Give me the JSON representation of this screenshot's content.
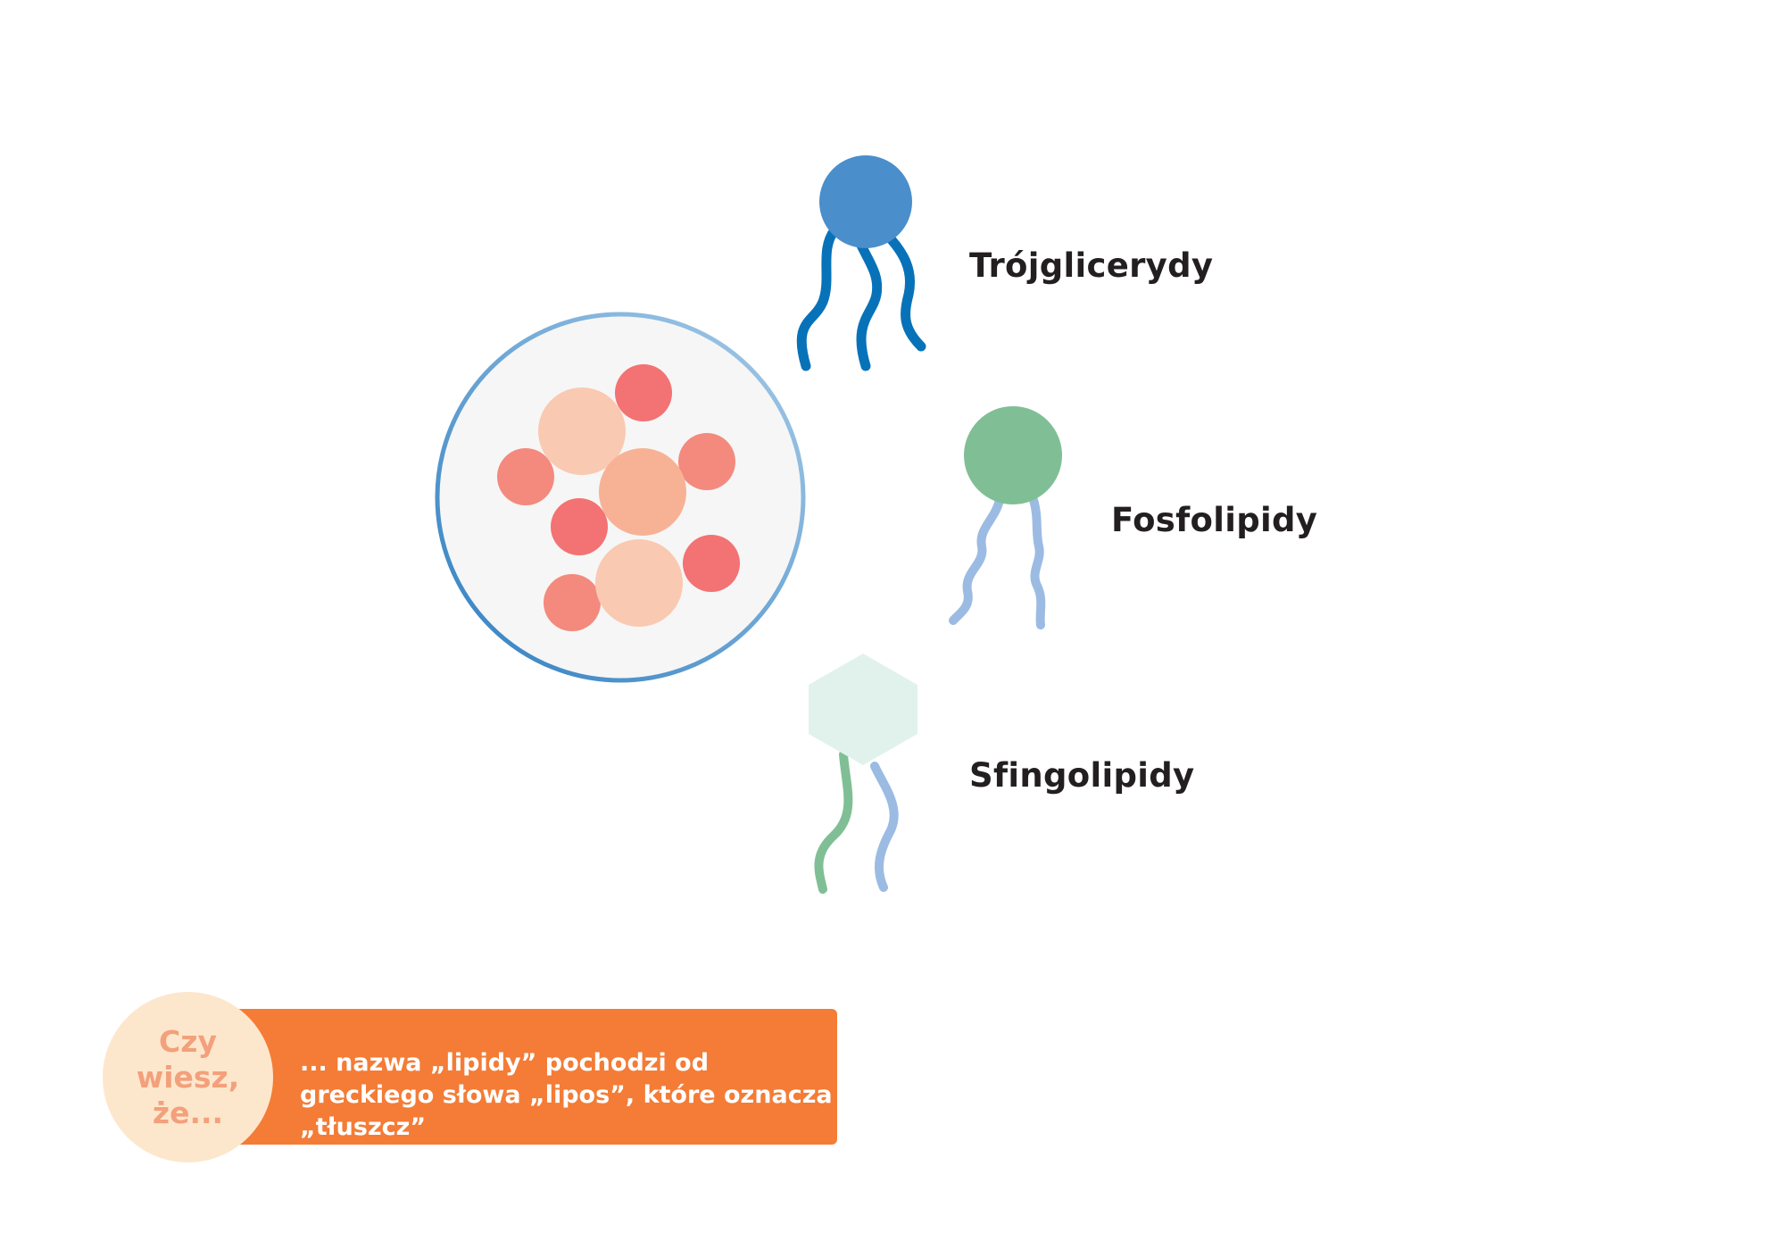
{
  "colors": {
    "triglyceride": "#4a8ecb",
    "triglyceride_tail": "#0872b9",
    "phospholipid_head": "#80bf95",
    "phospholipid_tail": "#9bbbe3",
    "sphingolipid_head": "#e1f2ec",
    "sphingolipid_tail_left": "#80bf95",
    "sphingolipid_tail_right": "#9bbbe3",
    "circle_fill": "#f6f6f6",
    "circle_stroke_dark": "#2f7fc1",
    "circle_stroke_light": "#a7cbe8",
    "droplet_red": "#f37273",
    "droplet_coral": "#f38a7d",
    "droplet_salmon": "#f7b295",
    "droplet_peach": "#f9c9b2",
    "banner": "#f47c36",
    "bubble": "#fde7cc",
    "bubble_text": "#f3a07c"
  },
  "labels": {
    "triglycerides": "Trójglicerydy",
    "phospholipids": "Fosfolipidy",
    "sphingolipids": "Sfingolipidy"
  },
  "fact_box": {
    "bubble_text": "Czy\nwiesz,\nże...",
    "text": "... nazwa „lipidy” pochodzi od greckiego słowa „lipos”, które oznacza „tłuszcz”"
  }
}
